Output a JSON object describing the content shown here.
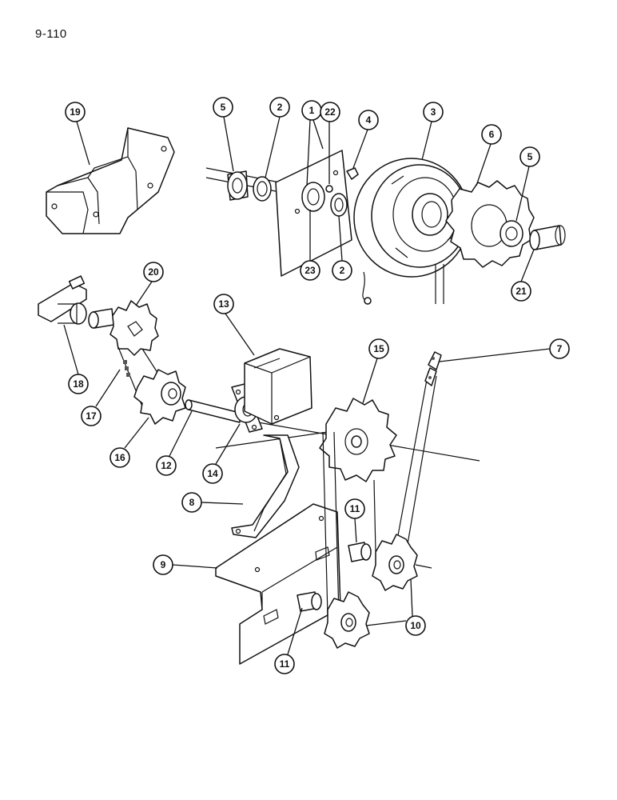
{
  "page_code": "9-110",
  "callouts": [
    {
      "id": "c19",
      "label": "19"
    },
    {
      "id": "c5a",
      "label": "5"
    },
    {
      "id": "c2a",
      "label": "2"
    },
    {
      "id": "c1",
      "label": "1"
    },
    {
      "id": "c22",
      "label": "22"
    },
    {
      "id": "c4",
      "label": "4"
    },
    {
      "id": "c3",
      "label": "3"
    },
    {
      "id": "c6",
      "label": "6"
    },
    {
      "id": "c5b",
      "label": "5"
    },
    {
      "id": "c23",
      "label": "23"
    },
    {
      "id": "c2b",
      "label": "2"
    },
    {
      "id": "c21",
      "label": "21"
    },
    {
      "id": "c20",
      "label": "20"
    },
    {
      "id": "c13",
      "label": "13"
    },
    {
      "id": "c15",
      "label": "15"
    },
    {
      "id": "c7",
      "label": "7"
    },
    {
      "id": "c18",
      "label": "18"
    },
    {
      "id": "c17",
      "label": "17"
    },
    {
      "id": "c16",
      "label": "16"
    },
    {
      "id": "c12",
      "label": "12"
    },
    {
      "id": "c14",
      "label": "14"
    },
    {
      "id": "c8",
      "label": "8"
    },
    {
      "id": "c11a",
      "label": "11"
    },
    {
      "id": "c9",
      "label": "9"
    },
    {
      "id": "c10",
      "label": "10"
    },
    {
      "id": "c11b",
      "label": "11"
    }
  ]
}
